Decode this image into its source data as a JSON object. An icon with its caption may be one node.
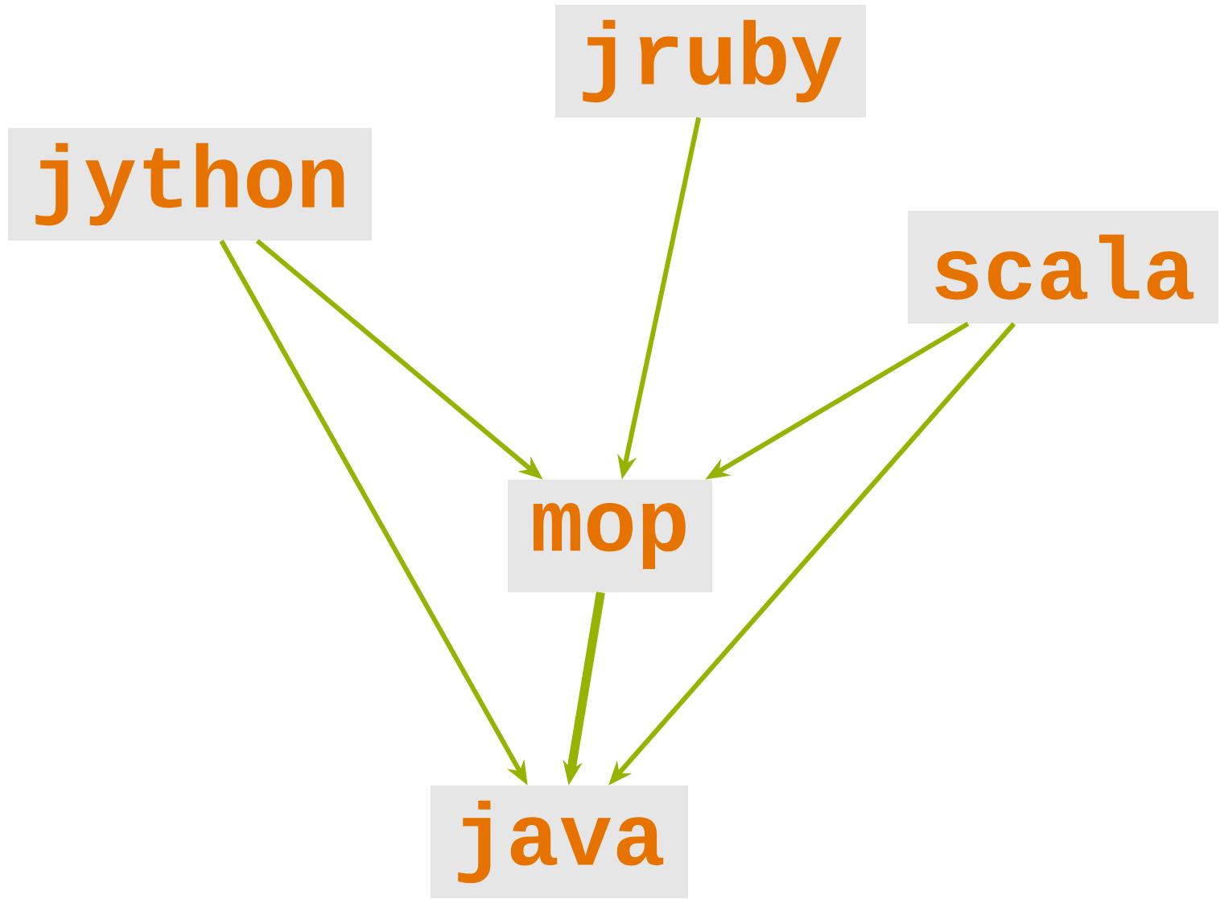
{
  "diagram": {
    "nodes": [
      {
        "text": [
          "jruby"
        ]
      },
      {
        "text": [
          "jython"
        ]
      },
      {
        "text": [
          "scala"
        ]
      },
      {
        "text": [
          "mop"
        ]
      },
      {
        "text": [
          "java"
        ]
      }
    ],
    "edges": [
      {
        "from": 1,
        "to": 3,
        "arrow": "to"
      },
      {
        "from": 1,
        "to": 4,
        "arrow": "to"
      },
      {
        "from": 0,
        "to": 3,
        "arrow": "to"
      },
      {
        "from": 2,
        "to": 3,
        "arrow": "to"
      },
      {
        "from": 2,
        "to": 4,
        "arrow": "to"
      },
      {
        "from": 3,
        "to": 4,
        "arrow": "to",
        "style": "thick"
      }
    ]
  }
}
